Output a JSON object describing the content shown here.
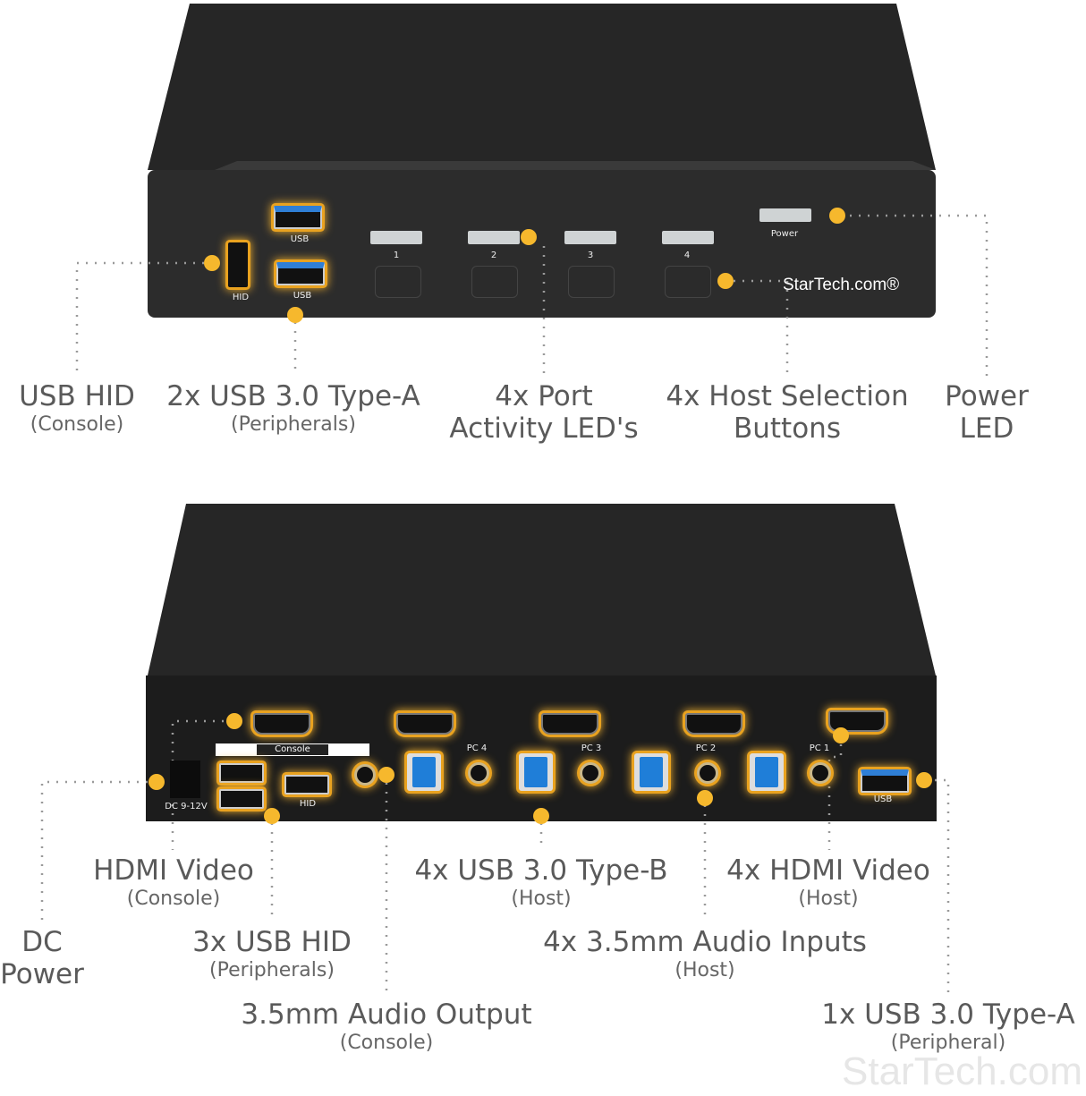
{
  "front_panel": {
    "port_labels": {
      "usb_top": "USB",
      "usb_bottom": "USB",
      "hid": "HID",
      "power": "Power"
    },
    "button_numbers": [
      "1",
      "2",
      "3",
      "4"
    ],
    "logo": "StarTech.com®"
  },
  "front_callouts": [
    {
      "title": "USB HID",
      "sub": "(Console)"
    },
    {
      "title": "2x USB 3.0 Type-A",
      "sub": "(Peripherals)"
    },
    {
      "title": "4x Port",
      "sub": "Activity LED's"
    },
    {
      "title": "4x Host Selection",
      "sub": "Buttons"
    },
    {
      "title": "Power",
      "sub": "LED"
    }
  ],
  "back_panel": {
    "console_label": "Console",
    "dc_label": "DC 9-12V",
    "hid_label": "HID",
    "usb_label": "USB",
    "pc_labels": [
      "PC 4",
      "PC 3",
      "PC 2",
      "PC 1"
    ]
  },
  "back_callouts": [
    {
      "title": "HDMI Video",
      "sub": "(Console)"
    },
    {
      "title": "DC",
      "sub": "Power"
    },
    {
      "title": "3x USB HID",
      "sub": "(Peripherals)"
    },
    {
      "title": "3.5mm Audio Output",
      "sub": "(Console)"
    },
    {
      "title": "4x USB 3.0 Type-B",
      "sub": "(Host)"
    },
    {
      "title": "4x HDMI Video",
      "sub": "(Host)"
    },
    {
      "title": "4x 3.5mm Audio Inputs",
      "sub": "(Host)"
    },
    {
      "title": "1x USB 3.0 Type-A",
      "sub": "(Peripheral)"
    }
  ],
  "watermark": "StarTech.com",
  "colors": {
    "callout_dot": "#f6b82d",
    "device": "#2a2a2a",
    "glow": "#e9a21f"
  }
}
